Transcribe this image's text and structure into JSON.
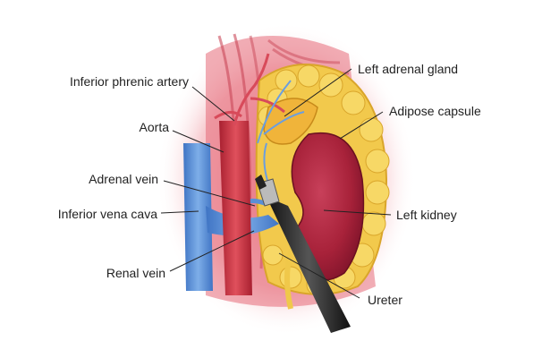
{
  "labels": {
    "inferior_phrenic_artery": "Inferior phrenic artery",
    "aorta": "Aorta",
    "adrenal_vein": "Adrenal vein",
    "inferior_vena_cava": "Inferior vena cava",
    "renal_vein": "Renal vein",
    "left_adrenal_gland": "Left adrenal gland",
    "adipose_capsule": "Adipose capsule",
    "left_kidney": "Left kidney",
    "ureter": "Ureter"
  },
  "colors": {
    "background": "#ffffff",
    "muscle": "#d85a6a",
    "aorta": "#c4303f",
    "vein": "#5b8fd6",
    "fat": "#f2c94c",
    "kidney": "#a8223a",
    "instrument": "#2d2d2d",
    "leader_line": "#222222"
  }
}
